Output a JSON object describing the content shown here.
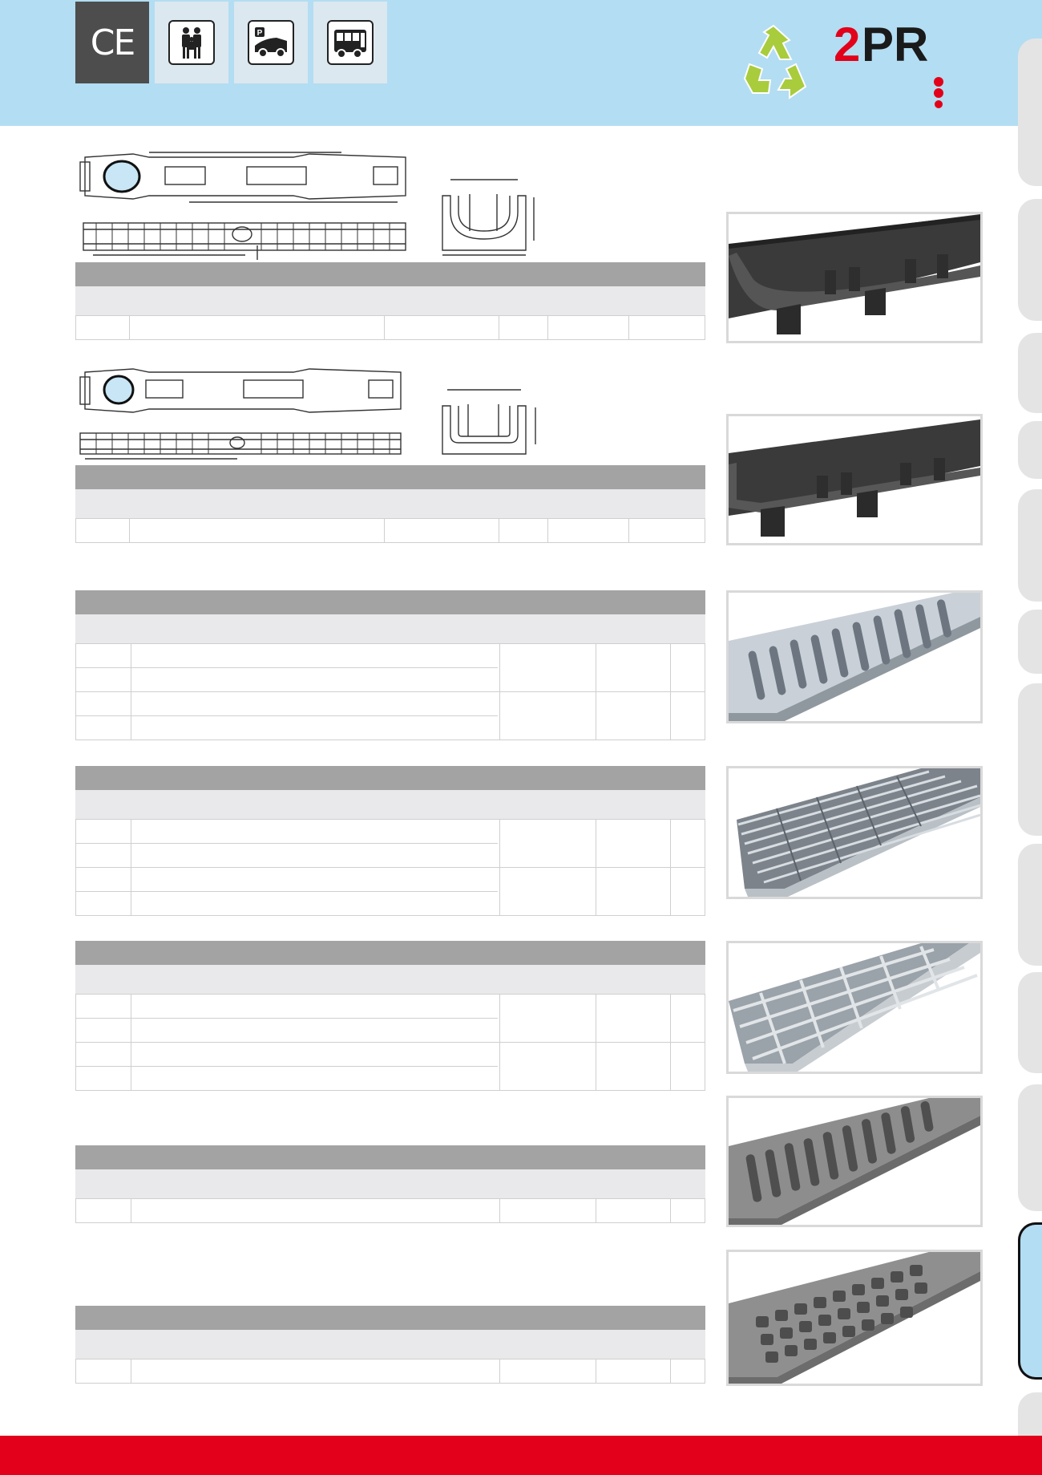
{
  "header": {
    "certifications": [
      "ce-mark-icon",
      "pedestrian-icon",
      "car-park-icon",
      "bus-icon"
    ],
    "ce_label": "CE",
    "parking_label": "P",
    "brand": "2PR",
    "colors": {
      "header_bg": "#b3ddf2",
      "brand_red": "#e2001a",
      "recycle_green": "#a8cc3c"
    }
  },
  "channels": [
    {
      "name": "channel-rounded",
      "profile": "u-shape"
    },
    {
      "name": "channel-square",
      "profile": "square"
    }
  ],
  "gratings": [
    {
      "name": "galvanized-slotted-grating"
    },
    {
      "name": "stainless-longitudinal-bar-grating"
    },
    {
      "name": "stainless-mesh-grating"
    },
    {
      "name": "cast-iron-slotted-grating"
    },
    {
      "name": "cast-iron-square-hole-grating"
    }
  ]
}
